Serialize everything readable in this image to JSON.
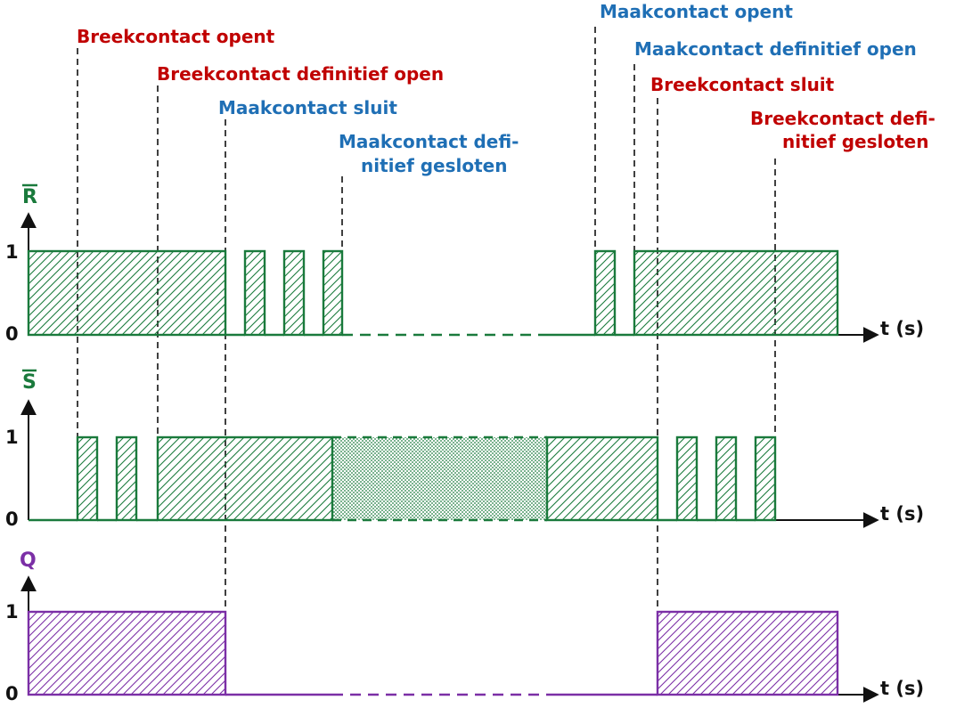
{
  "colors": {
    "green": "#1a7a3c",
    "purple": "#7b2fa6",
    "red": "#c00000",
    "blue": "#1f6fb5",
    "black": "#111111"
  },
  "annotations": [
    {
      "id": "ann-breek-opent",
      "lines": [
        "Breekcontact opent"
      ],
      "color": "red"
    },
    {
      "id": "ann-breek-def-open",
      "lines": [
        "Breekcontact definitief open"
      ],
      "color": "red"
    },
    {
      "id": "ann-maak-sluit",
      "lines": [
        "Maakcontact sluit"
      ],
      "color": "blue"
    },
    {
      "id": "ann-maak-def-gesloten",
      "lines": [
        "Maakcontact defi-",
        "nitief gesloten"
      ],
      "color": "blue"
    },
    {
      "id": "ann-maak-opent",
      "lines": [
        "Maakcontact opent"
      ],
      "color": "blue"
    },
    {
      "id": "ann-maak-def-open",
      "lines": [
        "Maakcontact definitief open"
      ],
      "color": "blue"
    },
    {
      "id": "ann-breek-sluit",
      "lines": [
        "Breekcontact sluit"
      ],
      "color": "red"
    },
    {
      "id": "ann-breek-def-gesloten",
      "lines": [
        "Breekcontact defi-",
        "nitief gesloten"
      ],
      "color": "red"
    }
  ],
  "signals": [
    {
      "id": "R",
      "name": "R",
      "overline": true,
      "color": "green",
      "high": "1",
      "low": "0",
      "axis_label": "t (s)"
    },
    {
      "id": "S",
      "name": "S",
      "overline": true,
      "color": "green",
      "high": "1",
      "low": "0",
      "axis_label": "t (s)"
    },
    {
      "id": "Q",
      "name": "Q",
      "overline": false,
      "color": "purple",
      "high": "1",
      "low": "0",
      "axis_label": "t (s)"
    }
  ]
}
